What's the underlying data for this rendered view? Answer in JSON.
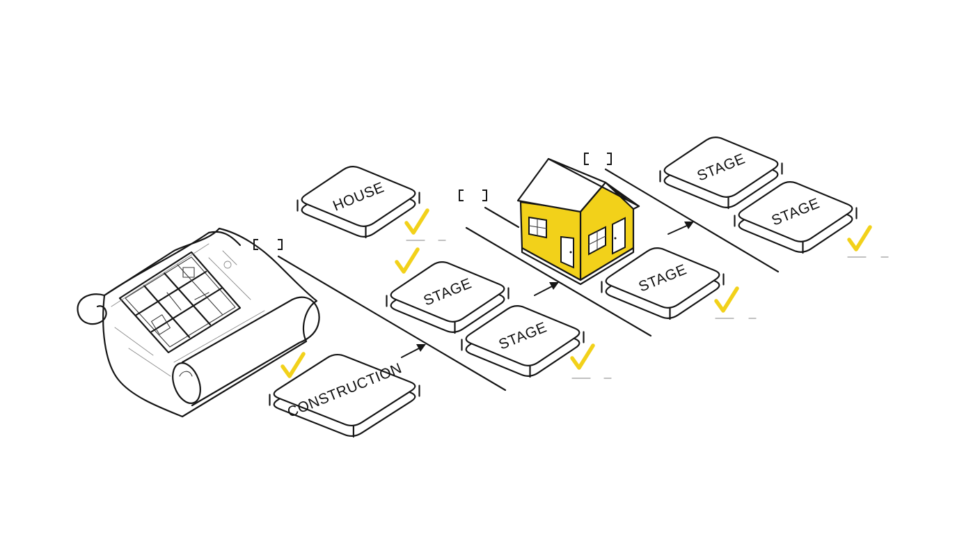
{
  "diagram": {
    "accent_color": "#f2d11a",
    "tiles": [
      {
        "id": "house",
        "label": "HOUSE"
      },
      {
        "id": "construction",
        "label": "CONSTRUCTION"
      },
      {
        "id": "stage-1",
        "label": "STAGE"
      },
      {
        "id": "stage-2",
        "label": "STAGE"
      },
      {
        "id": "stage-3",
        "label": "STAGE"
      },
      {
        "id": "stage-4",
        "label": "STAGE"
      },
      {
        "id": "stage-5",
        "label": "STAGE"
      }
    ],
    "icons": [
      "blueprint-scroll-icon",
      "house-icon",
      "checkmark-icon",
      "bracket-icon",
      "arrow-icon"
    ]
  }
}
